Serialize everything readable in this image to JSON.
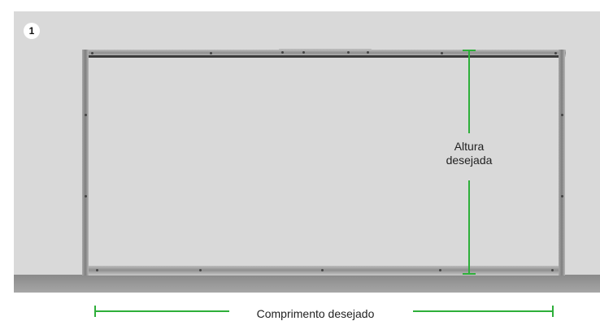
{
  "step": {
    "number": "1"
  },
  "dimensions": {
    "height_label_line1": "Altura",
    "height_label_line2": "desejada",
    "width_label": "Comprimento desejado"
  },
  "colors": {
    "wall": "#d9d9d9",
    "floor": "#9b9b9b",
    "measure_line": "#2eaf3a",
    "badge": "#ffffff"
  },
  "icons": [
    "frame-photo",
    "height-dimension-icon",
    "width-dimension-icon"
  ]
}
